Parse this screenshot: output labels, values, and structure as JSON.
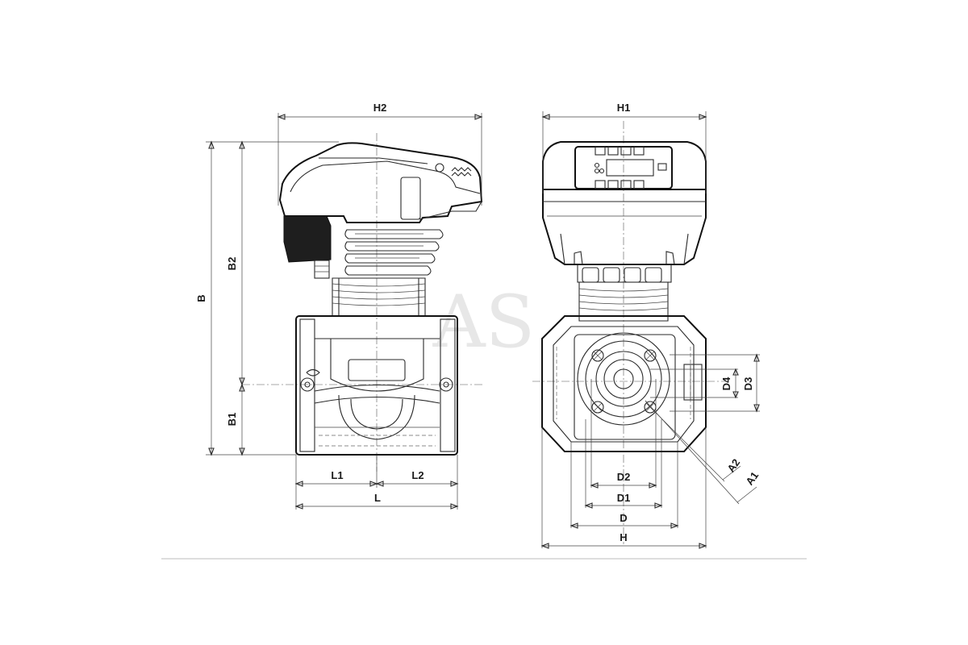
{
  "dimensions": {
    "h2": "H2",
    "h1": "H1",
    "b": "B",
    "b2": "B2",
    "b1": "B1",
    "l1": "L1",
    "l2": "L2",
    "l": "L",
    "d4": "D4",
    "d3": "D3",
    "d2": "D2",
    "d1": "D1",
    "d": "D",
    "h": "H",
    "a2": "A2",
    "a1": "A1"
  },
  "watermark": "AS",
  "colors": {
    "line": "#2a2a2a",
    "background": "#ffffff",
    "separator": "#bdbdbd"
  }
}
